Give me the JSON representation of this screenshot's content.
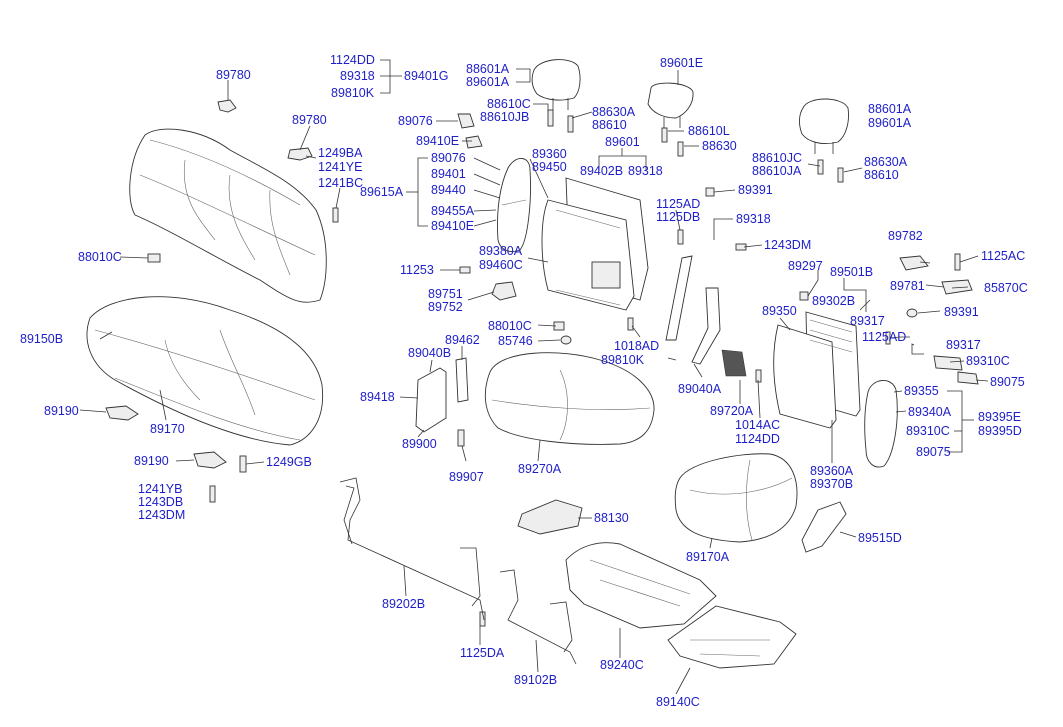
{
  "labels": [
    {
      "id": "l1",
      "text": "89780"
    },
    {
      "id": "l2",
      "text": "1124DD"
    },
    {
      "id": "l3",
      "text": "89318"
    },
    {
      "id": "l4",
      "text": "89810K"
    },
    {
      "id": "l5",
      "text": "89401G"
    },
    {
      "id": "l6",
      "text": "88601A"
    },
    {
      "id": "l7",
      "text": "89601A"
    },
    {
      "id": "l8",
      "text": "89601E"
    },
    {
      "id": "l9",
      "text": "88601A"
    },
    {
      "id": "l10",
      "text": "89601A"
    },
    {
      "id": "l11",
      "text": "89780"
    },
    {
      "id": "l12",
      "text": "89076"
    },
    {
      "id": "l13",
      "text": "88610C"
    },
    {
      "id": "l14",
      "text": "88610JB"
    },
    {
      "id": "l15",
      "text": "88630A"
    },
    {
      "id": "l16",
      "text": "88610"
    },
    {
      "id": "l17",
      "text": "88610L"
    },
    {
      "id": "l18",
      "text": "88630"
    },
    {
      "id": "l19",
      "text": "1249BA"
    },
    {
      "id": "l20",
      "text": "1241YE"
    },
    {
      "id": "l21",
      "text": "1241BC"
    },
    {
      "id": "l22",
      "text": "89410E"
    },
    {
      "id": "l23",
      "text": "89601"
    },
    {
      "id": "l24",
      "text": "88610JC"
    },
    {
      "id": "l25",
      "text": "88610JA"
    },
    {
      "id": "l26",
      "text": "88630A"
    },
    {
      "id": "l27",
      "text": "88610"
    },
    {
      "id": "l28",
      "text": "89076"
    },
    {
      "id": "l29",
      "text": "89401"
    },
    {
      "id": "l30",
      "text": "89440"
    },
    {
      "id": "l31",
      "text": "89455A"
    },
    {
      "id": "l32",
      "text": "89410E"
    },
    {
      "id": "l33",
      "text": "89615A"
    },
    {
      "id": "l34",
      "text": "89360"
    },
    {
      "id": "l35",
      "text": "89450"
    },
    {
      "id": "l36",
      "text": "89402B"
    },
    {
      "id": "l37",
      "text": "89318"
    },
    {
      "id": "l38",
      "text": "89391"
    },
    {
      "id": "l39",
      "text": "1125AD"
    },
    {
      "id": "l40",
      "text": "1125DB"
    },
    {
      "id": "l41",
      "text": "89318"
    },
    {
      "id": "l42",
      "text": "88010C"
    },
    {
      "id": "l43",
      "text": "89380A"
    },
    {
      "id": "l44",
      "text": "89460C"
    },
    {
      "id": "l45",
      "text": "1243DM"
    },
    {
      "id": "l46",
      "text": "89782"
    },
    {
      "id": "l47",
      "text": "1125AC"
    },
    {
      "id": "l48",
      "text": "11253"
    },
    {
      "id": "l49",
      "text": "89297"
    },
    {
      "id": "l50",
      "text": "89501B"
    },
    {
      "id": "l51",
      "text": "89781"
    },
    {
      "id": "l52",
      "text": "85870C"
    },
    {
      "id": "l53",
      "text": "89751"
    },
    {
      "id": "l54",
      "text": "89752"
    },
    {
      "id": "l55",
      "text": "89302B"
    },
    {
      "id": "l56",
      "text": "89391"
    },
    {
      "id": "l57",
      "text": "88010C"
    },
    {
      "id": "l58",
      "text": "89350"
    },
    {
      "id": "l59",
      "text": "89317"
    },
    {
      "id": "l60",
      "text": "89150B"
    },
    {
      "id": "l61",
      "text": "89462"
    },
    {
      "id": "l62",
      "text": "85746"
    },
    {
      "id": "l63",
      "text": "1018AD"
    },
    {
      "id": "l64",
      "text": "1125AD"
    },
    {
      "id": "l65",
      "text": "89317"
    },
    {
      "id": "l66",
      "text": "89040B"
    },
    {
      "id": "l67",
      "text": "89810K"
    },
    {
      "id": "l68",
      "text": "89040A"
    },
    {
      "id": "l69",
      "text": "89310C"
    },
    {
      "id": "l70",
      "text": "89075"
    },
    {
      "id": "l71",
      "text": "89355"
    },
    {
      "id": "l72",
      "text": "89418"
    },
    {
      "id": "l73",
      "text": "89190"
    },
    {
      "id": "l74",
      "text": "89720A"
    },
    {
      "id": "l75",
      "text": "89340A"
    },
    {
      "id": "l76",
      "text": "89395E"
    },
    {
      "id": "l77",
      "text": "89170"
    },
    {
      "id": "l78",
      "text": "1014AC"
    },
    {
      "id": "l79",
      "text": "1124DD"
    },
    {
      "id": "l80",
      "text": "89310C"
    },
    {
      "id": "l81",
      "text": "89395D"
    },
    {
      "id": "l82",
      "text": "89900"
    },
    {
      "id": "l83",
      "text": "89075"
    },
    {
      "id": "l84",
      "text": "89190"
    },
    {
      "id": "l85",
      "text": "1249GB"
    },
    {
      "id": "l86",
      "text": "89907"
    },
    {
      "id": "l87",
      "text": "89270A"
    },
    {
      "id": "l88",
      "text": "89360A"
    },
    {
      "id": "l89",
      "text": "89370B"
    },
    {
      "id": "l90",
      "text": "1241YB"
    },
    {
      "id": "l91",
      "text": "1243DB"
    },
    {
      "id": "l92",
      "text": "1243DM"
    },
    {
      "id": "l93",
      "text": "88130"
    },
    {
      "id": "l94",
      "text": "89515D"
    },
    {
      "id": "l95",
      "text": "89170A"
    },
    {
      "id": "l96",
      "text": "89202B"
    },
    {
      "id": "l97",
      "text": "89240C"
    },
    {
      "id": "l98",
      "text": "1125DA"
    },
    {
      "id": "l99",
      "text": "89102B"
    },
    {
      "id": "l100",
      "text": "89140C"
    }
  ]
}
